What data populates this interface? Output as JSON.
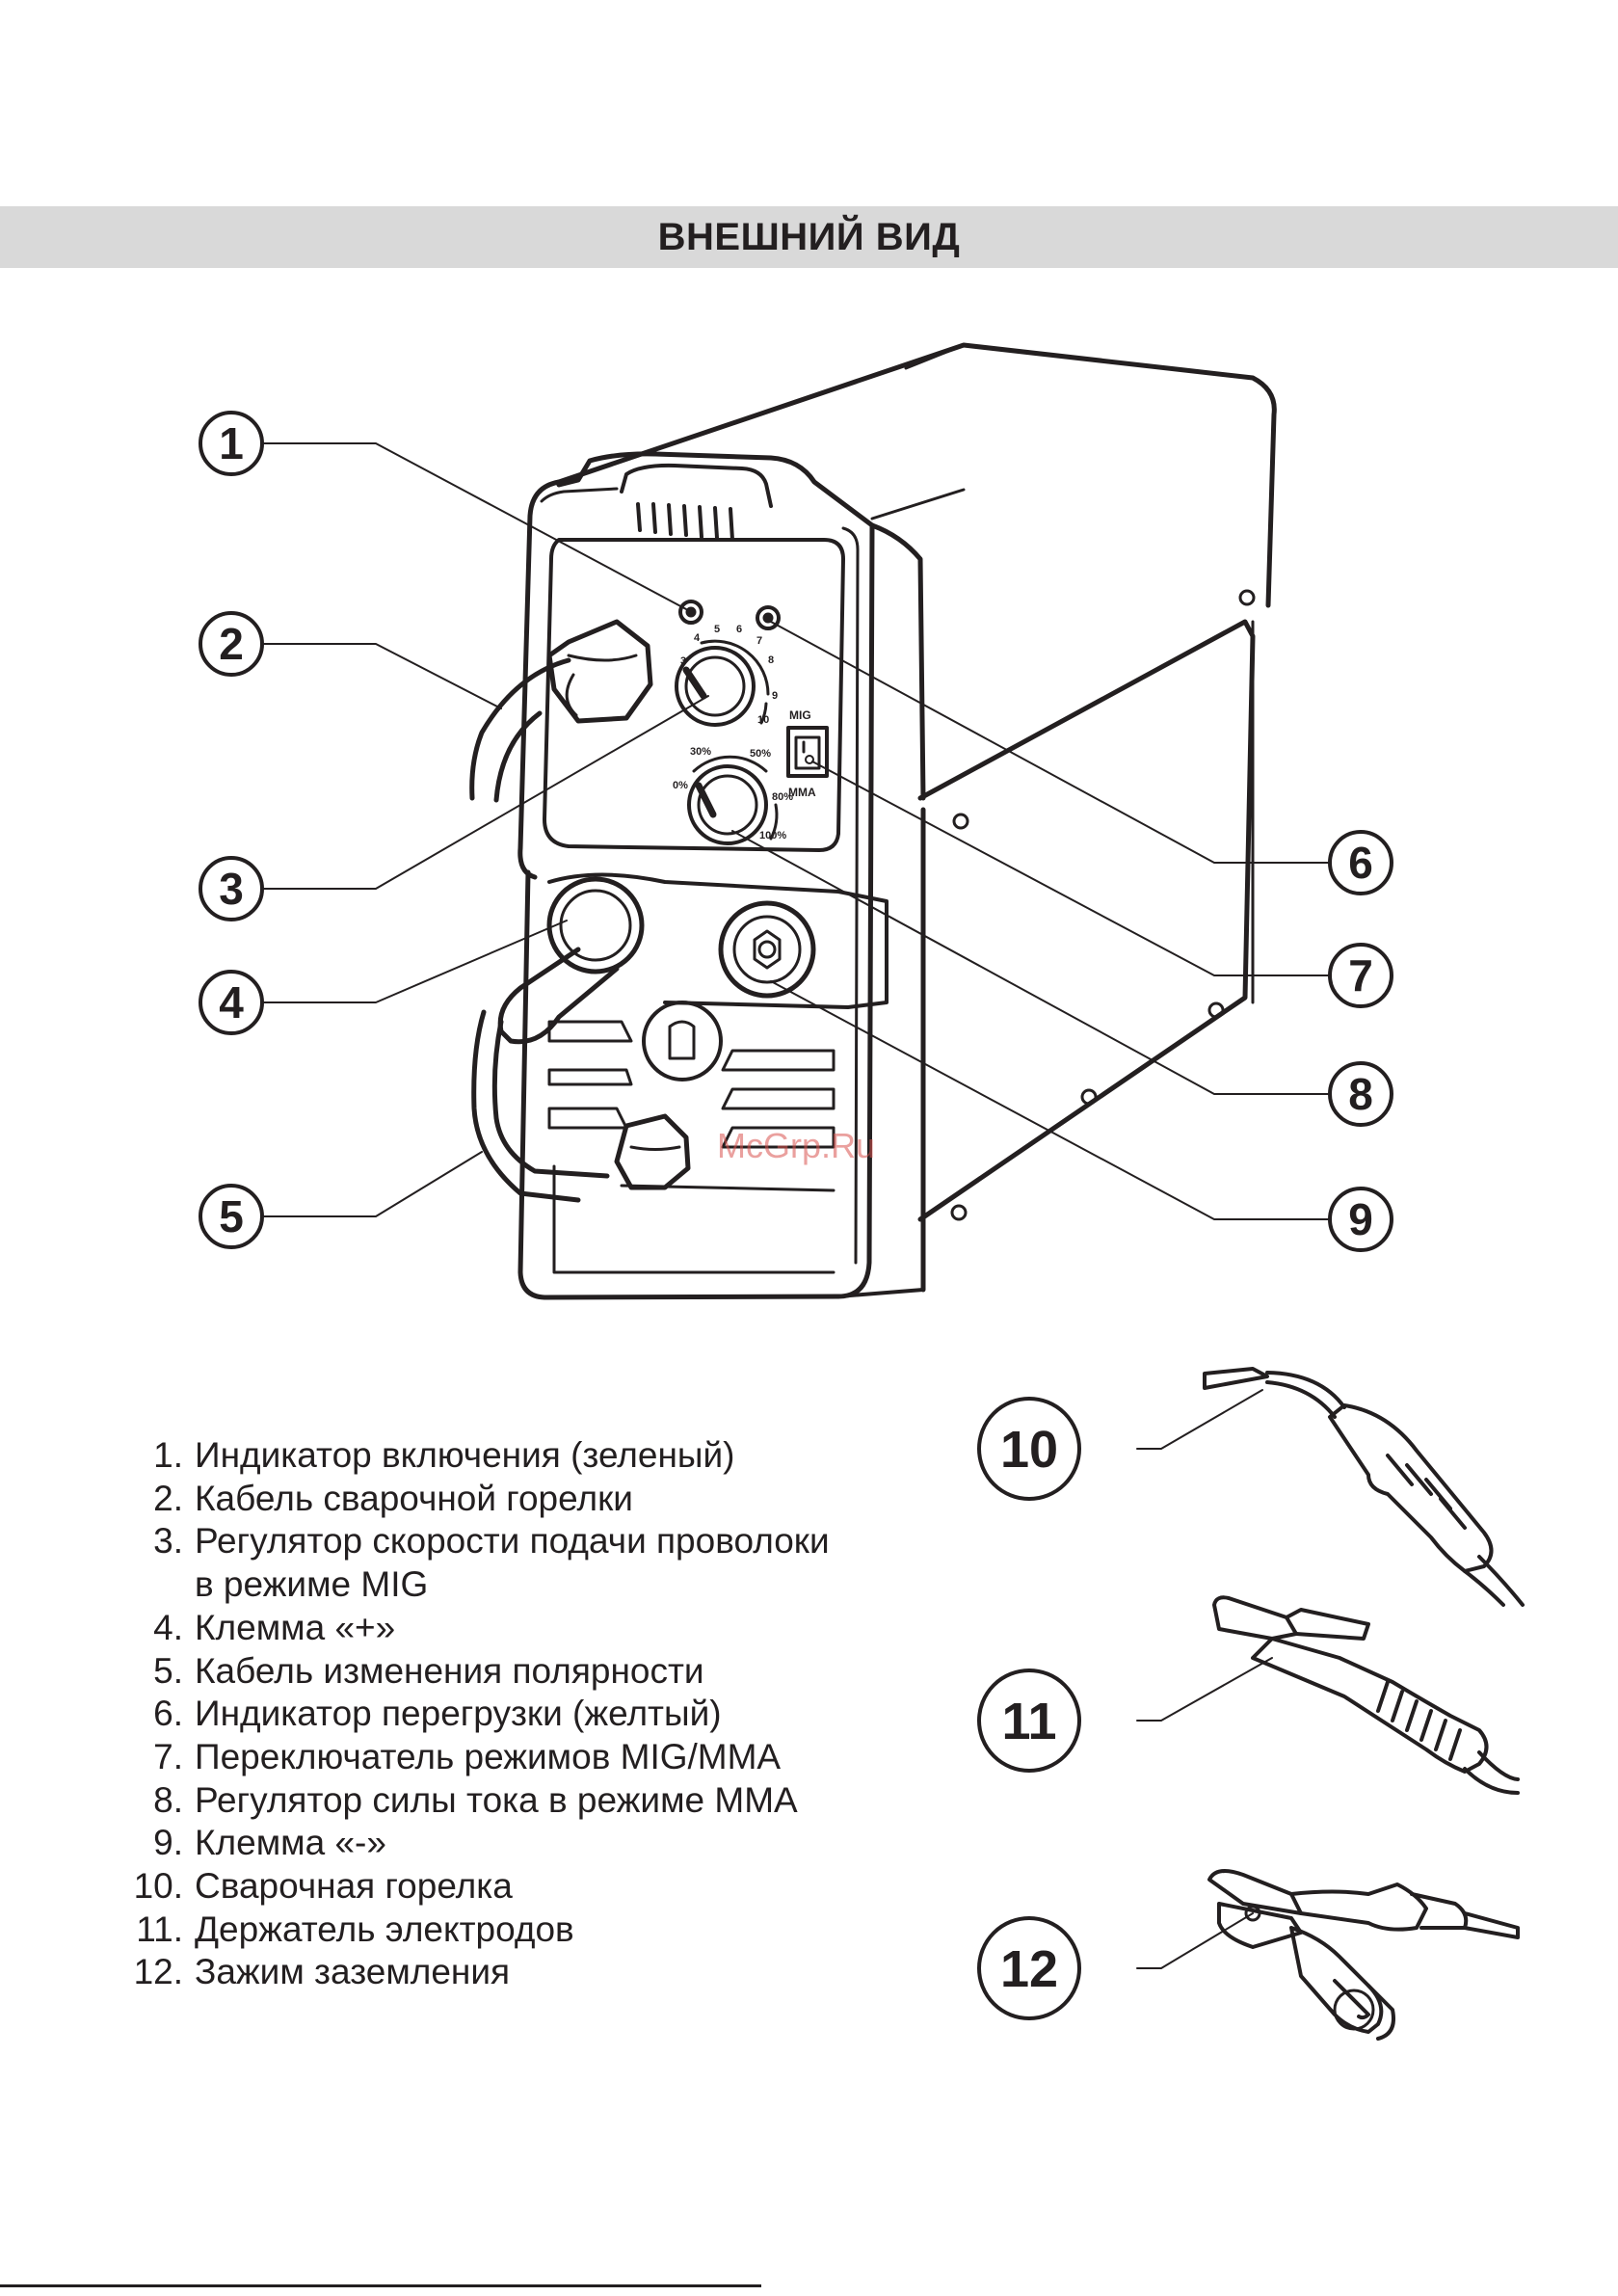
{
  "page": {
    "title": "ВНЕШНИЙ ВИД",
    "watermark": "McGrp.Ru"
  },
  "front_panel": {
    "wire_speed_scale": [
      "3",
      "4",
      "5",
      "6",
      "7",
      "8",
      "9",
      "10"
    ],
    "current_scale": [
      "0%",
      "30%",
      "50%",
      "80%",
      "100%"
    ],
    "mode_switch": {
      "top_label": "MIG",
      "bottom_label": "MMA"
    }
  },
  "callouts": [
    {
      "num": "1",
      "text": "Индикатор включения (зеленый)"
    },
    {
      "num": "2",
      "text": "Кабель сварочной горелки"
    },
    {
      "num": "3",
      "text": "Регулятор скорости подачи проволоки",
      "cont": "в режиме MIG"
    },
    {
      "num": "4",
      "text": "Клемма «+»"
    },
    {
      "num": "5",
      "text": "Кабель изменения полярности"
    },
    {
      "num": "6",
      "text": "Индикатор перегрузки (желтый)"
    },
    {
      "num": "7",
      "text": "Переключатель режимов MIG/MMA"
    },
    {
      "num": "8",
      "text": "Регулятор силы тока в режиме MMA"
    },
    {
      "num": "9",
      "text": "Клемма «-»"
    },
    {
      "num": "10",
      "text": "Сварочная горелка"
    },
    {
      "num": "11",
      "text": "Держатель электродов"
    },
    {
      "num": "12",
      "text": "Зажим заземления"
    }
  ]
}
